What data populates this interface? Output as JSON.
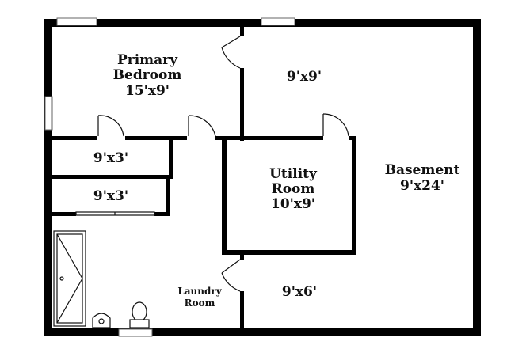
{
  "rooms": {
    "primary_bedroom": {
      "name_line1": "Primary",
      "name_line2": "Bedroom",
      "size": "15'x9'"
    },
    "room_top_middle": {
      "size": "9'x9'"
    },
    "closet_1": {
      "size": "9'x3'"
    },
    "closet_2": {
      "size": "9'x3'"
    },
    "utility_room": {
      "name_line1": "Utility",
      "name_line2": "Room",
      "size": "10'x9'"
    },
    "basement": {
      "name": "Basement",
      "size": "9'x24'"
    },
    "laundry_room": {
      "name_line1": "Laundry",
      "name_line2": "Room"
    },
    "room_bottom_middle": {
      "size": "9'x6'"
    }
  },
  "colors": {
    "wall": "#000000",
    "background": "#ffffff",
    "window": "#ffffff"
  }
}
